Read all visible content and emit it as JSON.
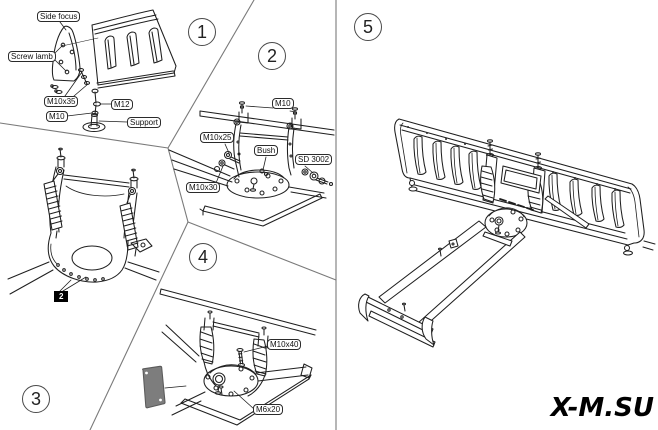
{
  "watermark": {
    "text": "X-M.SU"
  },
  "colors": {
    "background": "#ffffff",
    "line": "#1f1f1f",
    "divider": "#7a7a7a",
    "label_border": "#2b2b2b",
    "chip_background": "#000000",
    "chip_text": "#ffffff",
    "plate_fill": "#7d7d7d"
  },
  "panels": {
    "p1": {
      "number": "1",
      "labels": {
        "side_focus": "Side focus",
        "screw_lamb": "Screw lamb",
        "m10x35": "M10x35",
        "m12": "M12",
        "m10": "M10",
        "support": "Support"
      }
    },
    "p2": {
      "number": "2",
      "labels": {
        "m10": "M10",
        "m10x25": "M10x25",
        "bush": "Bush",
        "sd3002": "SD 3002",
        "m10x30": "M10x30"
      }
    },
    "p3": {
      "number": "3",
      "part_marker": "2"
    },
    "p4": {
      "number": "4",
      "labels": {
        "m10x40": "M10x40",
        "m6x20": "M6x20"
      }
    },
    "p5": {
      "number": "5"
    }
  }
}
